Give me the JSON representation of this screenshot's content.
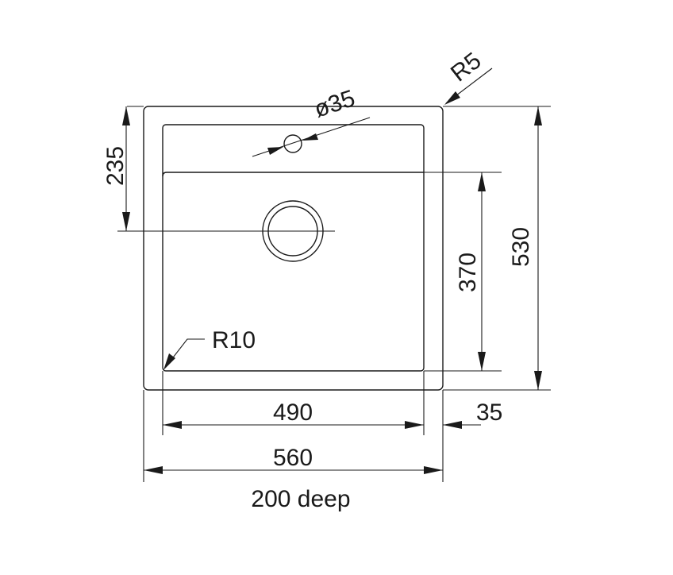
{
  "labels": {
    "outer_height": "530",
    "bowl_height": "370",
    "tap_hole_offset": "235",
    "bowl_width": "490",
    "outer_width": "560",
    "rim_width": "35",
    "depth": "200 deep",
    "tap_hole_diameter": "ø35",
    "outer_radius": "R5",
    "inner_radius": "R10"
  }
}
